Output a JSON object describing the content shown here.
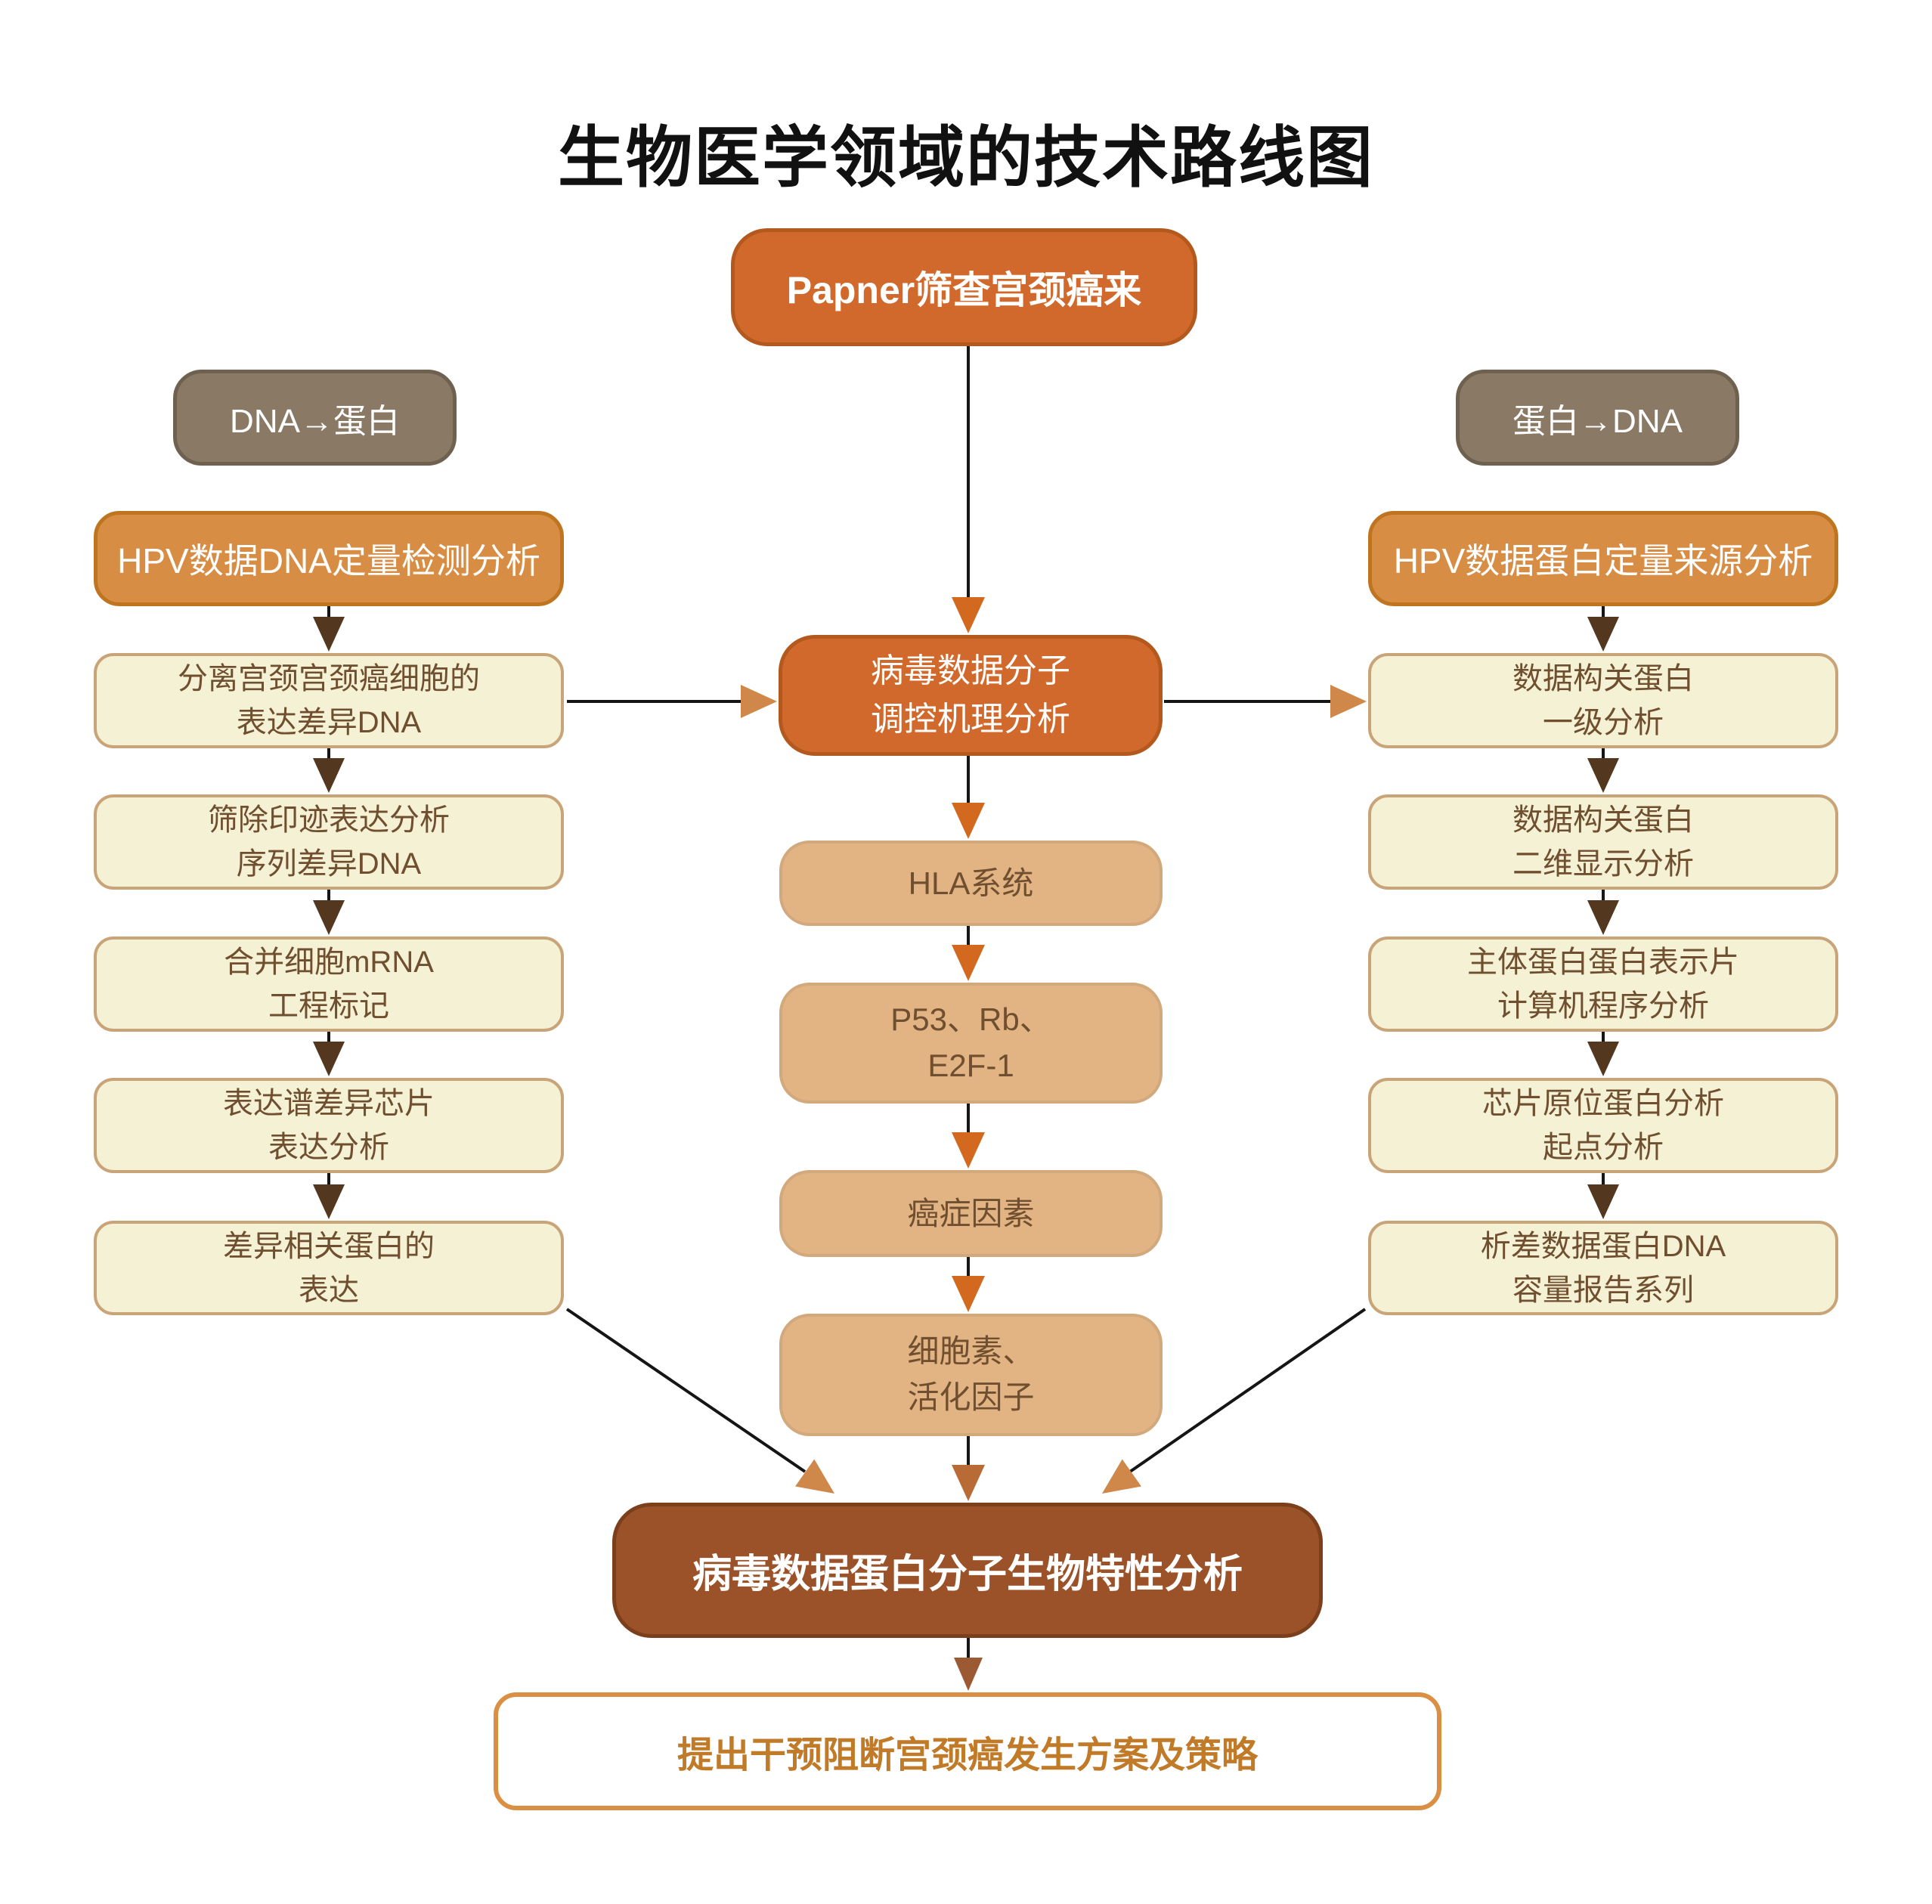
{
  "title": "生物医学领域的技术路线图",
  "palette": {
    "orange_deep": "#D0692B",
    "orange_deep_border": "#B4591E",
    "orange_mid": "#D88D45",
    "orange_mid_border": "#BF741F",
    "brown_gray": "#8A7A65",
    "cream": "#F5F1D4",
    "cream_border": "#C8A478",
    "tan": "#E2B383",
    "dark_brown": "#9C5229",
    "final_border": "#DA8F43",
    "final_text": "#C17A28",
    "arrow_line": "#151515",
    "arrowhead_orange": "#D2691E",
    "arrowhead_brown": "#54371F",
    "arrowhead_tan": "#D0874A"
  },
  "nodes": {
    "top": {
      "label": "Papner筛查宫颈癌来"
    },
    "left_header": {
      "label": "DNA→蛋白"
    },
    "right_header": {
      "label": "蛋白→DNA"
    },
    "left_process": {
      "label": "HPV数据DNA定量检测分析"
    },
    "right_process": {
      "label": "HPV数据蛋白定量来源分析"
    },
    "left_steps": [
      {
        "line1": "分离宫颈宫颈癌细胞的",
        "line2": "表达差异DNA"
      },
      {
        "line1": "筛除印迹表达分析",
        "line2": "序列差异DNA"
      },
      {
        "line1": "合并细胞mRNA",
        "line2": "工程标记"
      },
      {
        "line1": "表达谱差异芯片",
        "line2": "表达分析"
      },
      {
        "line1": "差异相关蛋白的",
        "line2": "表达"
      }
    ],
    "center": {
      "line1": "病毒数据分子",
      "line2": "调控机理分析"
    },
    "center_steps": [
      {
        "line1": "HLA系统"
      },
      {
        "line1": "P53、Rb、",
        "line2": "E2F-1"
      },
      {
        "line1": "癌症因素"
      },
      {
        "line1": "细胞素、",
        "line2": "活化因子"
      }
    ],
    "right_steps": [
      {
        "line1": "数据构关蛋白",
        "line2": "一级分析"
      },
      {
        "line1": "数据构关蛋白",
        "line2": "二维显示分析"
      },
      {
        "line1": "主体蛋白蛋白表示片",
        "line2": "计算机程序分析"
      },
      {
        "line1": "芯片原位蛋白分析",
        "line2": "起点分析"
      },
      {
        "line1": "析差数据蛋白DNA",
        "line2": "容量报告系列"
      }
    ],
    "bottom": {
      "label": "病毒数据蛋白分子生物特性分析"
    },
    "final": {
      "label": "提出干预阻断宫颈癌发生方案及策略"
    }
  }
}
